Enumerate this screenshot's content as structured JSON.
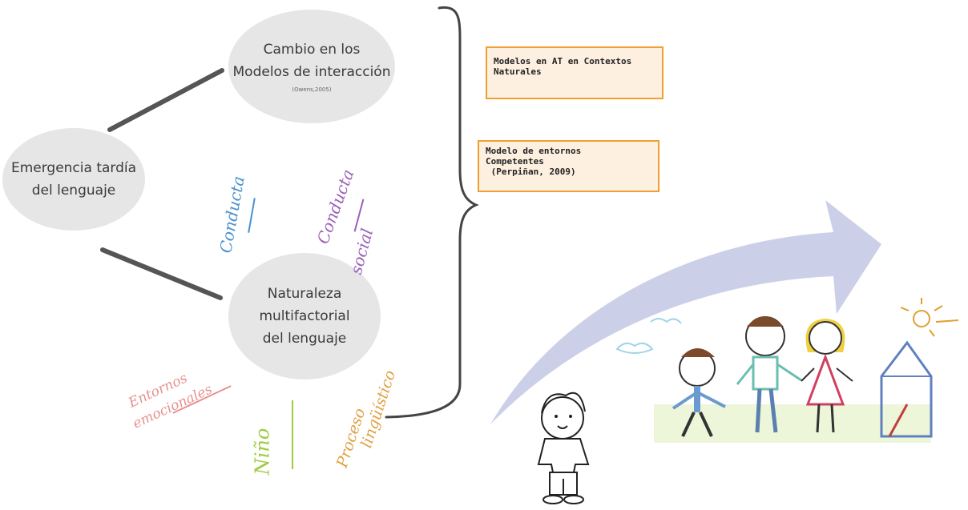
{
  "diagram": {
    "bubbles": {
      "change": {
        "line1": "Cambio en los",
        "line2": "Modelos de interacción",
        "citation": "(Owens,2005)"
      },
      "emergence": {
        "line1": "Emergencia tardía",
        "line2": "del lenguaje"
      },
      "nature": {
        "line1": "Naturaleza",
        "line2": "multifactorial",
        "line3": "del lenguaje"
      }
    },
    "boxes": {
      "models": {
        "line1": "Modelos en AT en Contextos",
        "line2": "Naturales"
      },
      "environments": {
        "line1": "Modelo de entornos",
        "line2": "Competentes",
        "line3": " (Perpiñan, 2009)"
      }
    },
    "handwritten": {
      "conducta": {
        "text": "Conducta",
        "color": "#4a90d0"
      },
      "conducta_social": {
        "line1": "Conducta",
        "line2": "social",
        "color": "#9a5fb8"
      },
      "entornos": {
        "line1": "Entornos",
        "line2": "emocionales",
        "color": "#e89090"
      },
      "nino": {
        "text": "Niño",
        "color": "#9ccc40"
      },
      "proceso": {
        "line1": "Proceso",
        "line2": "lingüístico",
        "color": "#e0a040"
      }
    },
    "colors": {
      "bubble": "#e6e6e6",
      "box_fill": "#fdf0e0",
      "box_border": "#f0a030",
      "arrow": "#c5cbe6",
      "connector": "#555555"
    }
  }
}
